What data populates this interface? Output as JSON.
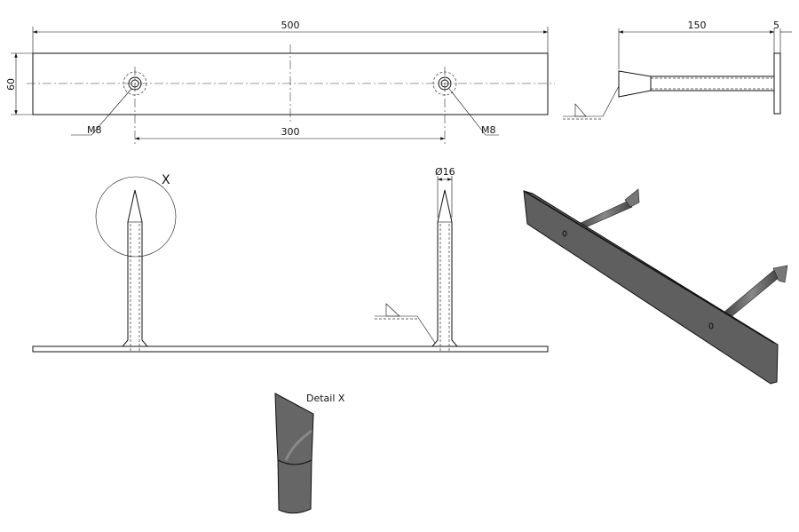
{
  "top_view": {
    "dim_length": "500",
    "dim_height": "60",
    "dim_spacing": "300",
    "hole_left_label": "M8",
    "hole_right_label": "M8"
  },
  "side_view": {
    "dim_rod": "150",
    "dim_plate": "5"
  },
  "front_view": {
    "detail_marker": "X",
    "dim_diameter": "Ø16"
  },
  "detail": {
    "title": "Detail X"
  },
  "colors": {
    "line": "#111111",
    "shaded": "#5f5f5f"
  }
}
